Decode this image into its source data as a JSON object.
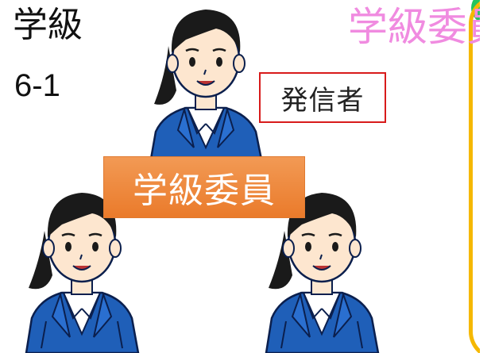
{
  "header": {
    "class_label": "学級",
    "class_number": "6-1",
    "title_pink": "学級委員"
  },
  "sender": {
    "label": "発信者"
  },
  "committee": {
    "label": "学級委員"
  },
  "colors": {
    "pink": "#f08be0",
    "orange": "#ea7a2a",
    "red_border": "#d81b1b",
    "yellow_frame": "#f5b800",
    "green_accent": "#22c55e",
    "suit_blue": "#1f5fb8"
  },
  "people": [
    {
      "role": "sender",
      "icon": "woman-in-suit-icon"
    },
    {
      "role": "member",
      "icon": "woman-in-suit-icon"
    },
    {
      "role": "member",
      "icon": "woman-in-suit-icon"
    }
  ]
}
